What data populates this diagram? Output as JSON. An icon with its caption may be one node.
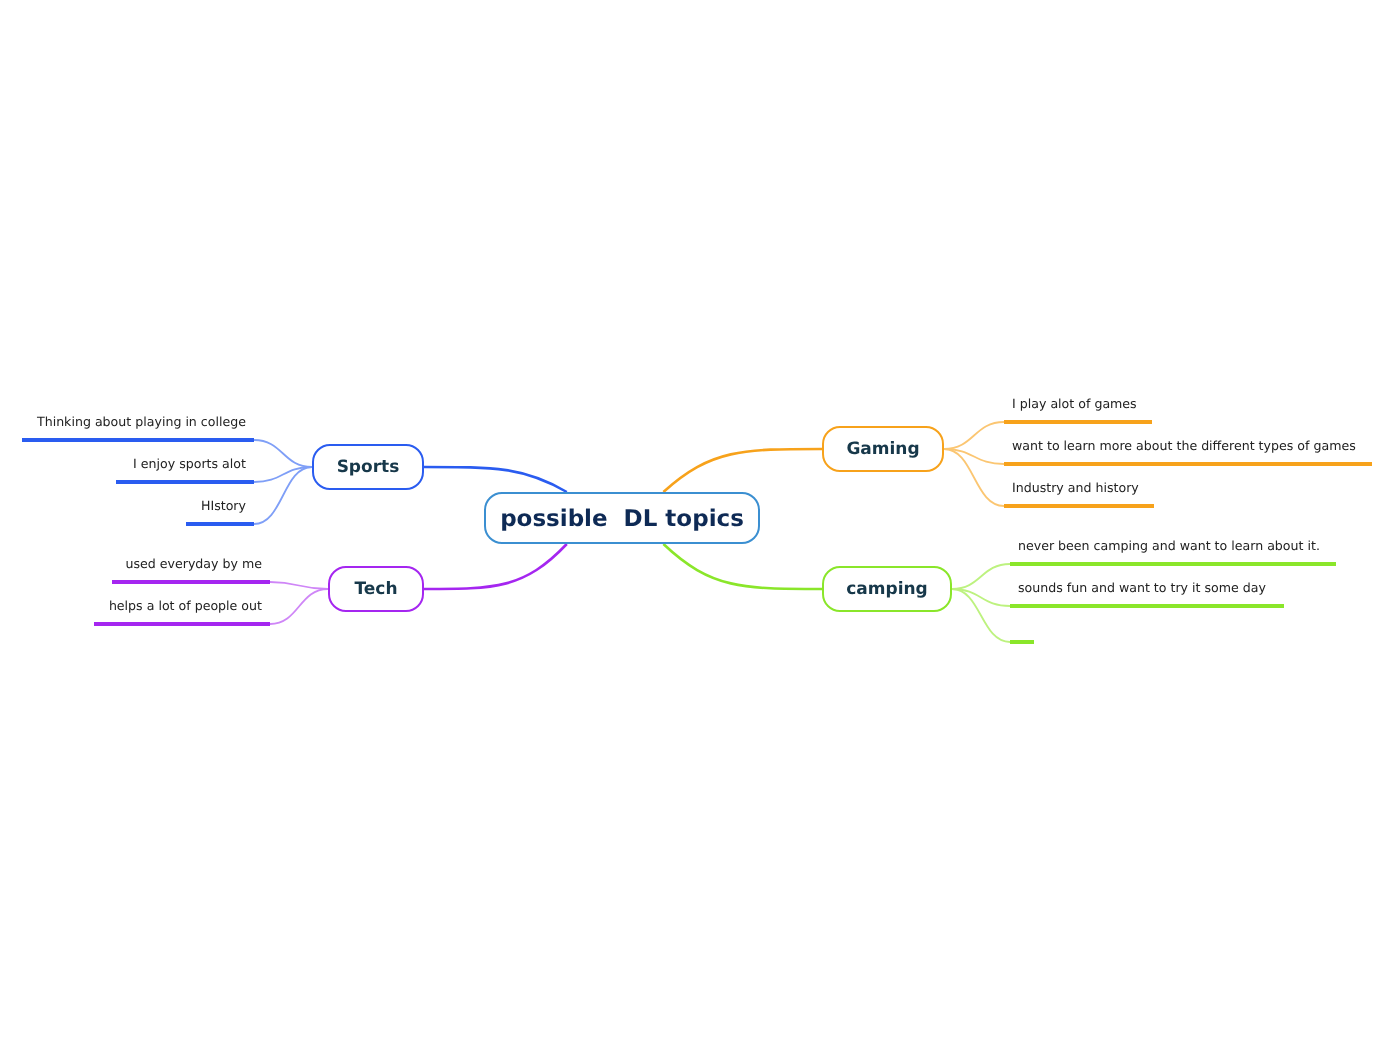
{
  "diagram": {
    "nodes": [
      {
        "text": [
          "possible  DL topics"
        ]
      },
      {
        "text": [
          "Gaming"
        ]
      },
      {
        "text": [
          "camping"
        ]
      },
      {
        "text": [
          "Sports"
        ]
      },
      {
        "text": [
          "Tech"
        ]
      },
      {
        "text": [
          "I play alot of games"
        ]
      },
      {
        "text": [
          "want to learn more about the different types of games"
        ]
      },
      {
        "text": [
          "Industry and history"
        ]
      },
      {
        "text": [
          "never been camping and want to learn about it."
        ]
      },
      {
        "text": [
          "sounds fun and want to try it some day"
        ]
      },
      {
        "text": [],
        "shape": "bar"
      },
      {
        "text": [
          "Thinking about playing in college"
        ]
      },
      {
        "text": [
          "I enjoy sports alot"
        ]
      },
      {
        "text": [
          "HIstory"
        ]
      },
      {
        "text": [
          "used everyday by me"
        ]
      },
      {
        "text": [
          "helps a lot of people out"
        ]
      }
    ],
    "edges": [
      {
        "from": 0,
        "to": 1,
        "arrow": "none",
        "color": "#f7a21b"
      },
      {
        "from": 0,
        "to": 2,
        "arrow": "none",
        "color": "#8ae62a"
      },
      {
        "from": 0,
        "to": 3,
        "arrow": "none",
        "color": "#2a5cf0"
      },
      {
        "from": 0,
        "to": 4,
        "arrow": "none",
        "color": "#a526f0"
      },
      {
        "from": 1,
        "to": 5,
        "arrow": "none",
        "color": "#fbc672"
      },
      {
        "from": 1,
        "to": 6,
        "arrow": "none",
        "color": "#fbc672"
      },
      {
        "from": 1,
        "to": 7,
        "arrow": "none",
        "color": "#fbc672"
      },
      {
        "from": 2,
        "to": 8,
        "arrow": "none",
        "color": "#bdf27f"
      },
      {
        "from": 2,
        "to": 9,
        "arrow": "none",
        "color": "#bdf27f"
      },
      {
        "from": 2,
        "to": 10,
        "arrow": "none",
        "color": "#bdf27f"
      },
      {
        "from": 3,
        "to": 11,
        "arrow": "none",
        "color": "#7f9ff7"
      },
      {
        "from": 3,
        "to": 12,
        "arrow": "none",
        "color": "#7f9ff7"
      },
      {
        "from": 3,
        "to": 13,
        "arrow": "none",
        "color": "#7f9ff7"
      },
      {
        "from": 4,
        "to": 14,
        "arrow": "none",
        "color": "#cf86f7"
      },
      {
        "from": 4,
        "to": 15,
        "arrow": "none",
        "color": "#cf86f7"
      }
    ]
  }
}
